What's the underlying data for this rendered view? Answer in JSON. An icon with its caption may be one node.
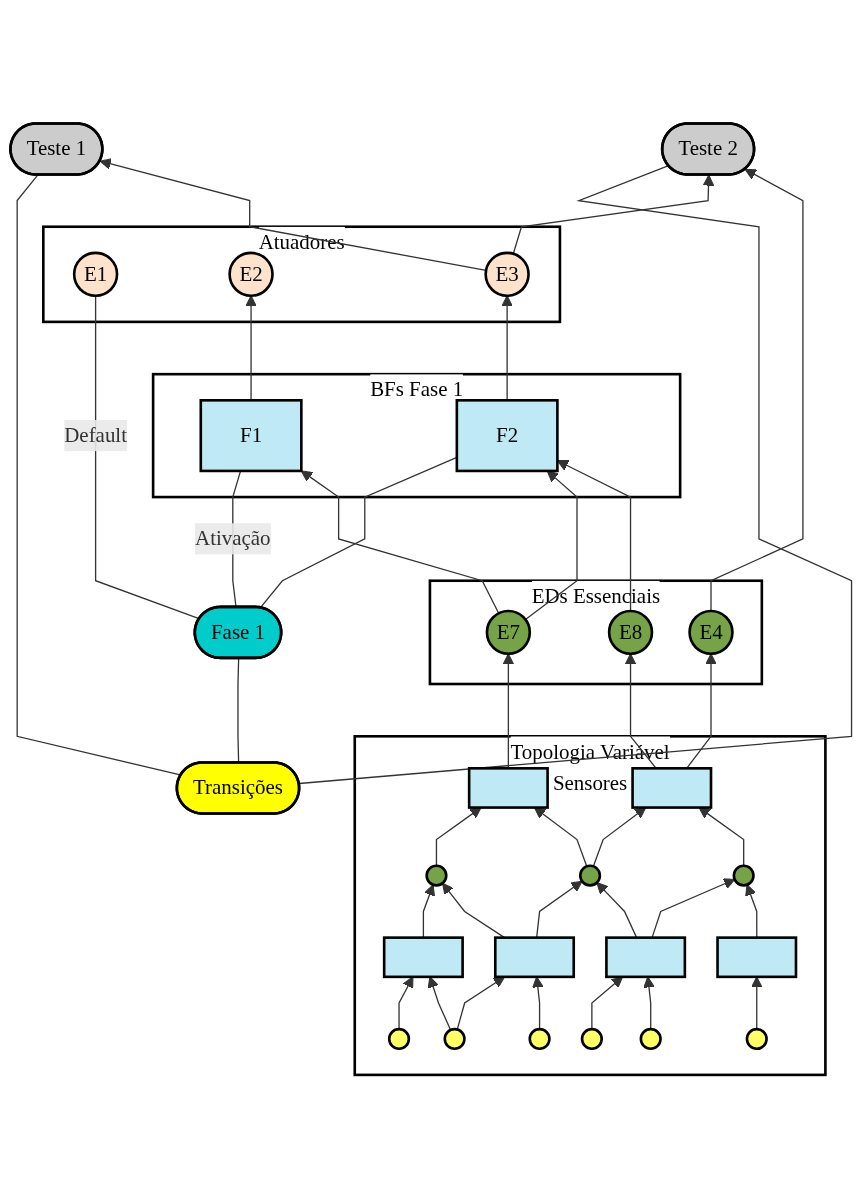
{
  "diagram": {
    "nodes": [
      {
        "text": [
          "Transições"
        ]
      },
      {
        "text": [
          "Teste 1"
        ]
      },
      {
        "text": [
          "Teste 2"
        ]
      },
      {
        "text": [
          "Fase 1"
        ]
      },
      {
        "text": [
          "Atuadores"
        ]
      },
      {
        "text": [
          "E1"
        ],
        "in": 4
      },
      {
        "text": [
          "E2"
        ],
        "in": 4
      },
      {
        "text": [
          "E3"
        ],
        "in": 4
      },
      {
        "text": [
          "BFs Fase 1"
        ]
      },
      {
        "text": [
          "F1"
        ],
        "in": 8
      },
      {
        "text": [
          "F2"
        ],
        "in": 8
      },
      {
        "text": [
          "EDs Essenciais"
        ]
      },
      {
        "text": [
          "E7"
        ],
        "in": 11
      },
      {
        "text": [
          "E8"
        ],
        "in": 11
      },
      {
        "text": [
          "E4"
        ],
        "in": 11
      },
      {
        "text": [
          "Topologia Variável",
          "Sensores"
        ]
      },
      {
        "text": [],
        "shape": "box",
        "in": 15
      },
      {
        "text": [],
        "shape": "box",
        "in": 15
      },
      {
        "text": [],
        "shape": "circle",
        "in": 15
      },
      {
        "text": [],
        "shape": "circle",
        "in": 15
      },
      {
        "text": [],
        "shape": "circle",
        "in": 15
      },
      {
        "text": [],
        "shape": "box",
        "in": 15
      },
      {
        "text": [],
        "shape": "box",
        "in": 15
      },
      {
        "text": [],
        "shape": "box",
        "in": 15
      },
      {
        "text": [],
        "shape": "box",
        "in": 15
      },
      {
        "text": [],
        "shape": "circle",
        "in": 15
      },
      {
        "text": [],
        "shape": "circle",
        "in": 15
      },
      {
        "text": [],
        "shape": "circle",
        "in": 15
      },
      {
        "text": [],
        "shape": "circle",
        "in": 15
      },
      {
        "text": [],
        "shape": "circle",
        "in": 15
      },
      {
        "text": [],
        "shape": "circle",
        "in": 15
      }
    ],
    "edges": [
      {
        "from": 0,
        "to": 3,
        "arrow": "none"
      },
      {
        "from": 0,
        "to": 1,
        "arrow": "none"
      },
      {
        "from": 0,
        "to": 2,
        "arrow": "none"
      },
      {
        "from": 3,
        "to": 5,
        "arrow": "none",
        "label": "Default"
      },
      {
        "from": 3,
        "to": 9,
        "arrow": "none",
        "label": "Ativação"
      },
      {
        "from": 3,
        "to": 10,
        "arrow": "none"
      },
      {
        "from": 7,
        "to": 1,
        "arrow": "to"
      },
      {
        "from": 7,
        "to": 2,
        "arrow": "to"
      },
      {
        "from": 14,
        "to": 2,
        "arrow": "to"
      },
      {
        "from": 9,
        "to": 6,
        "arrow": "to"
      },
      {
        "from": 10,
        "to": 7,
        "arrow": "to"
      },
      {
        "from": 12,
        "to": 9,
        "arrow": "to"
      },
      {
        "from": 12,
        "to": 10,
        "arrow": "to"
      },
      {
        "from": 13,
        "to": 10,
        "arrow": "to"
      },
      {
        "from": 16,
        "to": 12,
        "arrow": "to"
      },
      {
        "from": 17,
        "to": 13,
        "arrow": "to"
      },
      {
        "from": 17,
        "to": 14,
        "arrow": "to"
      },
      {
        "from": 18,
        "to": 16,
        "arrow": "to"
      },
      {
        "from": 19,
        "to": 16,
        "arrow": "to"
      },
      {
        "from": 19,
        "to": 17,
        "arrow": "to"
      },
      {
        "from": 20,
        "to": 17,
        "arrow": "to"
      },
      {
        "from": 21,
        "to": 18,
        "arrow": "to"
      },
      {
        "from": 22,
        "to": 18,
        "arrow": "to"
      },
      {
        "from": 22,
        "to": 19,
        "arrow": "to"
      },
      {
        "from": 23,
        "to": 19,
        "arrow": "to"
      },
      {
        "from": 23,
        "to": 20,
        "arrow": "to"
      },
      {
        "from": 24,
        "to": 20,
        "arrow": "to"
      },
      {
        "from": 25,
        "to": 21,
        "arrow": "to"
      },
      {
        "from": 26,
        "to": 21,
        "arrow": "to"
      },
      {
        "from": 26,
        "to": 22,
        "arrow": "to"
      },
      {
        "from": 27,
        "to": 22,
        "arrow": "to"
      },
      {
        "from": 28,
        "to": 23,
        "arrow": "to"
      },
      {
        "from": 29,
        "to": 23,
        "arrow": "to"
      },
      {
        "from": 30,
        "to": 24,
        "arrow": "to"
      }
    ]
  }
}
